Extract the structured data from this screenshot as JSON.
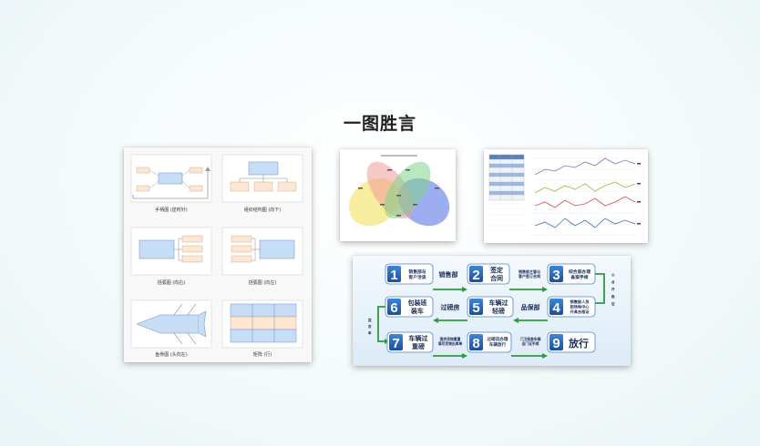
{
  "page": {
    "title": "一图胜言"
  },
  "templates": [
    {
      "label": "手柄图 (逆时针)"
    },
    {
      "label": "组织结构图 (向下)"
    },
    {
      "label": "括弧图 (向右)"
    },
    {
      "label": "括弧图 (向左)"
    },
    {
      "label": "鱼骨图 (头向左)"
    },
    {
      "label": "矩阵 (行)"
    }
  ],
  "flow": {
    "steps": [
      {
        "num": "1",
        "text": "销售部与客户洽谈"
      },
      {
        "num": "2",
        "text": "签定合同"
      },
      {
        "num": "3",
        "text": "综合部办理备案手续"
      },
      {
        "num": "4",
        "text": "销售部人员到场地中心开具合格证"
      },
      {
        "num": "5",
        "text": "车辆过轻磅"
      },
      {
        "num": "6",
        "text": "包装班装车"
      },
      {
        "num": "7",
        "text": "车辆过重磅"
      },
      {
        "num": "8",
        "text": "过磅员办理车辆放行"
      },
      {
        "num": "9",
        "text": "放行"
      }
    ],
    "between": {
      "s12": "销售部",
      "s23": "销售部主管与客户签订合同",
      "s45": "品保部",
      "s56": "过磅房",
      "s78": "提供货物重量填写货物出库单",
      "s89": "门卫核查车辆出门证手续"
    }
  },
  "colors": {
    "accent": "#1e5fb3",
    "arrow": "#2e9a3c"
  }
}
